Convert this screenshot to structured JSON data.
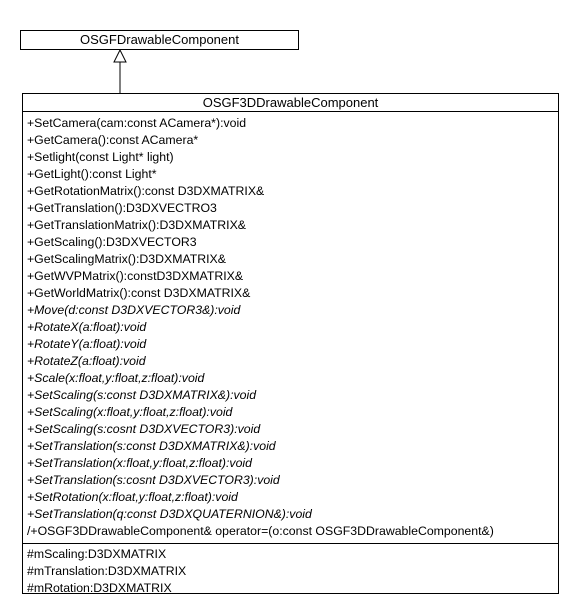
{
  "parent_class": {
    "name": "OSGFDrawableComponent"
  },
  "child_class": {
    "name": "OSGF3DDrawableComponent",
    "operations": [
      {
        "text": "+SetCamera(cam:const ACamera*):void",
        "italic": false
      },
      {
        "text": "+GetCamera():const ACamera*",
        "italic": false
      },
      {
        "text": "+Setlight(const Light* light)",
        "italic": false
      },
      {
        "text": "+GetLight():const Light*",
        "italic": false
      },
      {
        "text": "+GetRotationMatrix():const D3DXMATRIX&",
        "italic": false
      },
      {
        "text": "+GetTranslation():D3DXVECTRO3",
        "italic": false
      },
      {
        "text": "+GetTranslationMatrix():D3DXMATRIX&",
        "italic": false
      },
      {
        "text": "+GetScaling():D3DXVECTOR3",
        "italic": false
      },
      {
        "text": "+GetScalingMatrix():D3DXMATRIX&",
        "italic": false
      },
      {
        "text": "+GetWVPMatrix():constD3DXMATRIX&",
        "italic": false
      },
      {
        "text": "+GetWorldMatrix():const D3DXMATRIX&",
        "italic": false
      },
      {
        "text": "+Move(d:const D3DXVECTOR3&):void",
        "italic": true
      },
      {
        "text": "+RotateX(a:float):void",
        "italic": true
      },
      {
        "text": "+RotateY(a:float):void",
        "italic": true
      },
      {
        "text": "+RotateZ(a:float):void",
        "italic": true
      },
      {
        "text": "+Scale(x:float,y:float,z:float):void",
        "italic": true
      },
      {
        "text": "+SetScaling(s:const D3DXMATRIX&):void",
        "italic": true
      },
      {
        "text": "+SetScaling(x:float,y:float,z:float):void",
        "italic": true
      },
      {
        "text": "+SetScaling(s:cosnt D3DXVECTOR3):void",
        "italic": true
      },
      {
        "text": "+SetTranslation(s:const D3DXMATRIX&):void",
        "italic": true
      },
      {
        "text": "+SetTranslation(x:float,y:float,z:float):void",
        "italic": true
      },
      {
        "text": "+SetTranslation(s:cosnt D3DXVECTOR3):void",
        "italic": true
      },
      {
        "text": "+SetRotation(x:float,y:float,z:float):void",
        "italic": true
      },
      {
        "text": "+SetTranslation(q:const D3DXQUATERNION&):void",
        "italic": true
      },
      {
        "text": "/+OSGF3DDrawableComponent& operator=(o:const OSGF3DDrawableComponent&)",
        "italic": false
      }
    ],
    "attributes": [
      "#mScaling:D3DXMATRIX",
      "#mTranslation:D3DXMATRIX",
      "#mRotation:D3DXMATRIX"
    ]
  }
}
